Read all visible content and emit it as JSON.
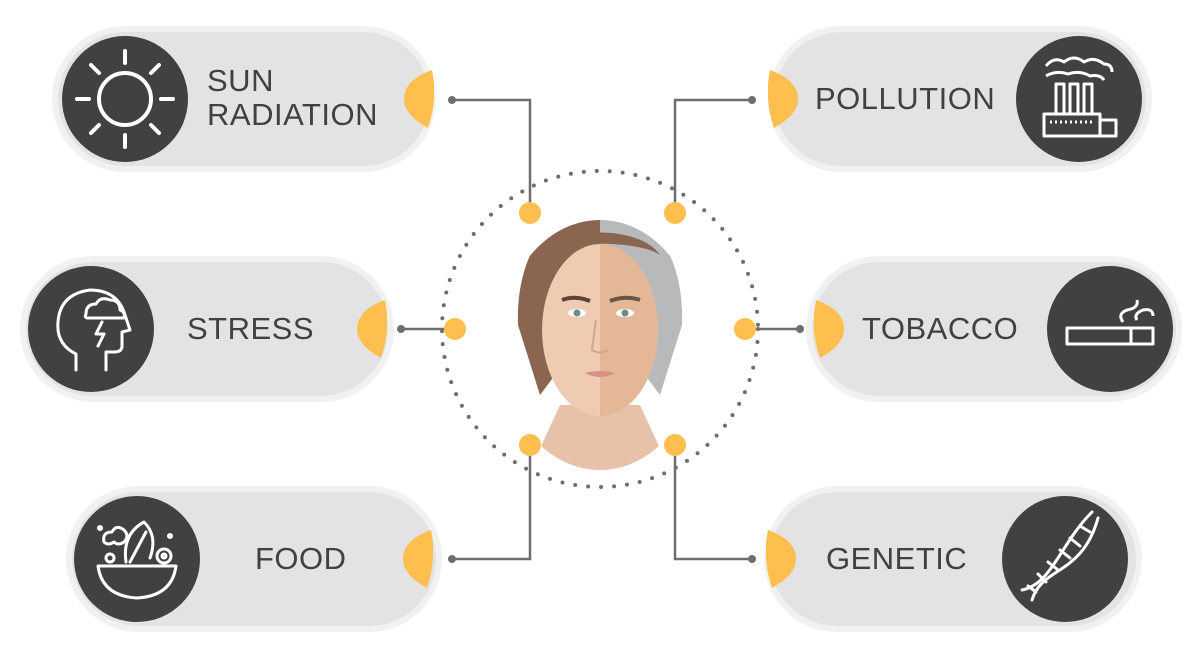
{
  "factors": {
    "sun_radiation": {
      "line1": "SUN",
      "line2": "RADIATION",
      "icon": "sun-icon"
    },
    "pollution": {
      "label": "POLLUTION",
      "icon": "factory-icon"
    },
    "stress": {
      "label": "STRESS",
      "icon": "head-storm-icon"
    },
    "tobacco": {
      "label": "TOBACCO",
      "icon": "cigarette-icon"
    },
    "food": {
      "label": "FOOD",
      "icon": "salad-bowl-icon"
    },
    "genetic": {
      "label": "GENETIC",
      "icon": "dna-icon"
    }
  },
  "colors": {
    "accent": "#ffbf4f",
    "dark": "#414042",
    "pill": "#e3e3e3",
    "line": "#6d6e71"
  }
}
